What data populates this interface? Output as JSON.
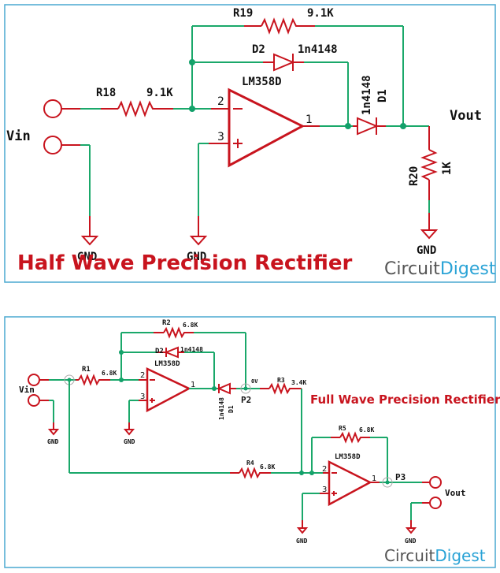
{
  "half_wave": {
    "title": "Half Wave Precision Rectifier",
    "brand": {
      "part1": "Circuit",
      "part2": "Digest"
    },
    "input_label": "Vin",
    "output_label": "Vout",
    "opamp": {
      "name": "LM358D",
      "pin_inv": "2",
      "pin_noninv": "3",
      "pin_out": "1",
      "minus": "−",
      "plus": "+"
    },
    "r18": {
      "ref": "R18",
      "value": "9.1K"
    },
    "r19": {
      "ref": "R19",
      "value": "9.1K"
    },
    "r20": {
      "ref": "R20",
      "value": "1K"
    },
    "d1": {
      "ref": "D1",
      "value": "1n4148"
    },
    "d2": {
      "ref": "D2",
      "value": "1n4148"
    },
    "gnd_labels": [
      "GND",
      "GND",
      "GND"
    ]
  },
  "full_wave": {
    "title": "Full Wave Precision Rectifier",
    "brand": {
      "part1": "Circuit",
      "part2": "Digest"
    },
    "input_label": "Vin",
    "output_label": "Vout",
    "opamp1": {
      "name": "LM358D",
      "pin_inv": "2",
      "pin_noninv": "3",
      "pin_out": "1",
      "minus": "−",
      "plus": "+"
    },
    "opamp2": {
      "name": "LM358D",
      "pin_inv": "2",
      "pin_noninv": "3",
      "pin_out": "1",
      "minus": "−",
      "plus": "+"
    },
    "r1": {
      "ref": "R1",
      "value": "6.8K"
    },
    "r2": {
      "ref": "R2",
      "value": "6.8K"
    },
    "r3": {
      "ref": "R3",
      "value": "3.4K"
    },
    "r4": {
      "ref": "R4",
      "value": "6.8K"
    },
    "r5": {
      "ref": "R5",
      "value": "6.8K"
    },
    "d1": {
      "ref": "D1",
      "value": "1n4148"
    },
    "d2": {
      "ref": "D2",
      "value": "1n4148"
    },
    "probe_p2": {
      "label": "P2",
      "reading": "0V"
    },
    "probe_p3": {
      "label": "P3"
    },
    "gnd_labels": [
      "GND",
      "GND",
      "GND",
      "GND"
    ]
  }
}
